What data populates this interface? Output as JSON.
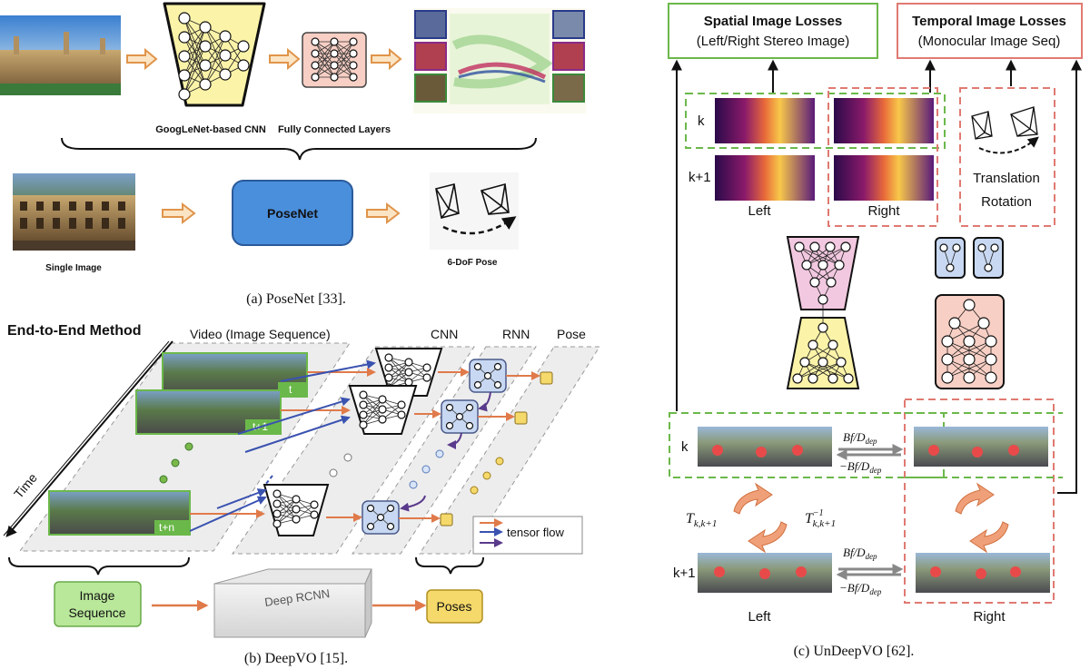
{
  "panel_a": {
    "cnn_label": "GoogLeNet-based CNN",
    "fc_label": "Fully Connected Layers",
    "posenet_label": "PoseNet",
    "single_image_label": "Single Image",
    "pose_label": "6-DoF Pose",
    "caption": "(a)  PoseNet [33]."
  },
  "panel_b": {
    "title": "End-to-End Method",
    "video_label": "Video (Image Sequence)",
    "cnn_label": "CNN",
    "rnn_label": "RNN",
    "pose_label": "Pose",
    "time_label": "Time",
    "frame_t": "t",
    "frame_t1": "t+1",
    "frame_tn": "t+n",
    "legend_label": "tensor flow",
    "image_sequence_label": [
      "Image",
      "Sequence"
    ],
    "rcnn_label": "Deep RCNN",
    "poses_label": "Poses",
    "caption": "(b)  DeepVO [15]."
  },
  "panel_c": {
    "spatial_title": "Spatial Image Losses",
    "spatial_subtitle": "(Left/Right Stereo Image)",
    "temporal_title": "Temporal Image Losses",
    "temporal_subtitle": "(Monocular Image Seq)",
    "k_label": "k",
    "k1_label": "k+1",
    "left_label": "Left",
    "right_label": "Right",
    "translation_label": "Translation",
    "rotation_label": "Rotation",
    "bf_top": "Bf/D",
    "bf_bottom": "−Bf/D",
    "bf_sub": "dep",
    "t_left": "T",
    "t_left_sub": "k,k+1",
    "t_right": "T",
    "t_right_sup": "−1",
    "t_right_sub": "k,k+1",
    "caption": "(c)  UnDeepVO [62]."
  },
  "colors": {
    "green_dash": "#6bb84a",
    "red_dash": "#e07a72",
    "posenet_blue": "#4a8fdc",
    "cnn_yellow": "#fbf3a8",
    "fc_pink": "#f8cfc4",
    "rnn_blue": "#c8d8f2",
    "pose_yellow": "#f5d96a",
    "img_seq_green": "#b9e89a",
    "orange_arrow": "#e07a4a",
    "blue_arrow": "#3a52b0",
    "purple_arrow": "#5a3a8c"
  }
}
